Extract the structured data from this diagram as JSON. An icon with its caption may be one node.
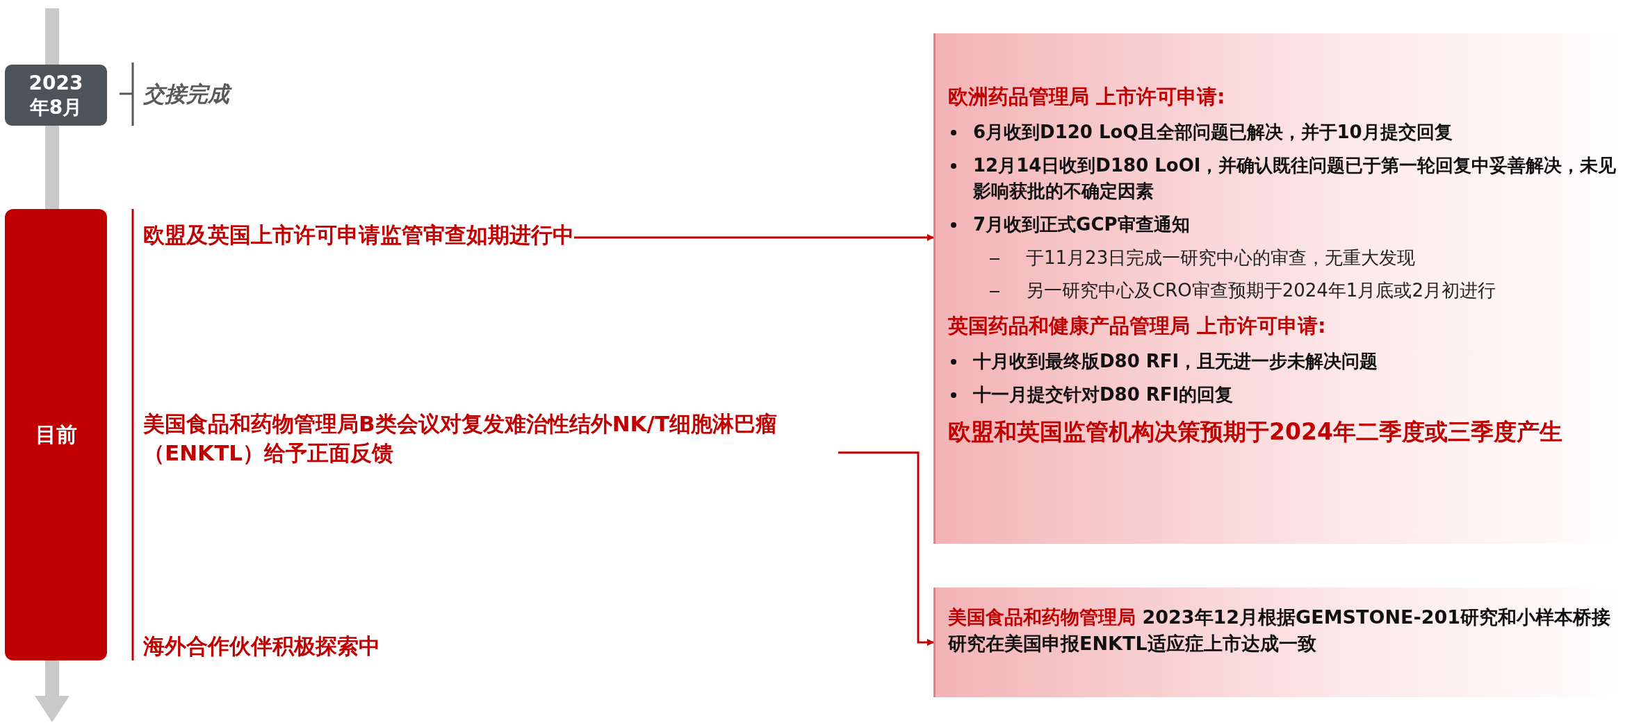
{
  "diagram": {
    "nodes": [
      {
        "text": [
          "2023 年8月"
        ],
        "beside": [
          "交接完成"
        ]
      },
      {
        "text": [
          "目前"
        ]
      },
      {
        "text": [
          "欧盟及英国上市许可申请监管审查如期进行中"
        ]
      },
      {
        "text": [
          "美国食品和药物管理局B类会议对复发难治性结外NK/T细胞淋巴瘤（ENKTL）给予正面反馈"
        ]
      },
      {
        "text": [
          "欧洲药品管理局 上市许可申请:",
          "6月收到D120 LoQ且全部问题已解决，并于10月提交回复",
          "12月14日收到D180 LoOI，并确认既往问题已于第一轮回复中妥善解决，未见影响获批的不确定因素",
          "7月收到正式GCP审查通知",
          "于11月23日完成一研究中心的审查，无重大发现",
          "另一研究中心及CRO审查预期于2024年1月底或2月初进行",
          "英国药品和健康产品管理局 上市许可申请:",
          "十月收到最终版D80 RFI，且无进一步未解决问题",
          "十一月提交针对D80 RFI的回复",
          "欧盟和英国监管机构决策预期于2024年二季度或三季度产生"
        ]
      },
      {
        "text": [
          "美国食品和药物管理局",
          "2023年12月根据GEMSTONE-201研究和小样本桥接研究在美国申报ENKTL适应症上市达成一致"
        ]
      }
    ],
    "edges": [
      {
        "from": 2,
        "to": 4,
        "arrow": "to"
      },
      {
        "from": 3,
        "to": 5,
        "arrow": "to"
      }
    ],
    "labels": [
      "海外合作伙伴积极探索中"
    ]
  }
}
